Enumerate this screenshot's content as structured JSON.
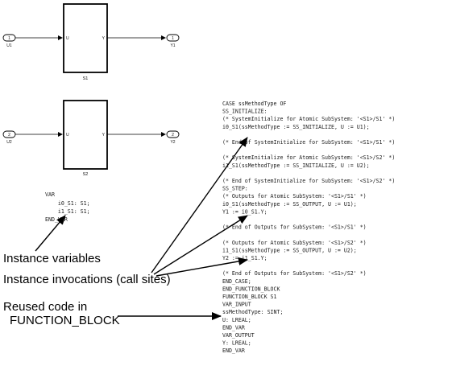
{
  "subsystem1": {
    "name": "S1",
    "inport_number": "1",
    "inport_label": "U1",
    "outport_number": "1",
    "outport_label": "Y1",
    "port_in_label": "U",
    "port_out_label": "Y"
  },
  "subsystem2": {
    "name": "S2",
    "inport_number": "2",
    "inport_label": "U2",
    "outport_number": "2",
    "outport_label": "Y2",
    "port_in_label": "U",
    "port_out_label": "Y"
  },
  "var_block": [
    "VAR",
    "    i0_S1: S1;",
    "    i1_S1: S1;",
    "END_VAR"
  ],
  "code_lines": [
    "CASE ssMethodType OF",
    "    SS_INITIALIZE:",
    "        (* SystemInitialize for Atomic SubSystem: '<S1>/S1' *)",
    "        i0_S1(ssMethodType := SS_INITIALIZE, U := U1);",
    "",
    "        (* End of SystemInitialize for SubSystem: '<S1>/S1' *)",
    "",
    "        (* SystemInitialize for Atomic SubSystem: '<S1>/S2' *)",
    "        i1_S1(ssMethodType := SS_INITIALIZE, U := U2);",
    "",
    "        (* End of SystemInitialize for SubSystem: '<S1>/S2' *)",
    "    SS_STEP:",
    "        (* Outputs for Atomic SubSystem: '<S1>/S1' *)",
    "        i0_S1(ssMethodType := SS_OUTPUT, U := U1);",
    "        Y1 := i0_S1.Y;",
    "",
    "        (* End of Outputs for SubSystem: '<S1>/S1' *)",
    "",
    "        (* Outputs for Atomic SubSystem: '<S1>/S2' *)",
    "        i1_S1(ssMethodType := SS_OUTPUT, U := U2);",
    "        Y2 := i1_S1.Y;",
    "",
    "        (* End of Outputs for SubSystem: '<S1>/S2' *)",
    "END_CASE;",
    "END_FUNCTION_BLOCK",
    "FUNCTION_BLOCK S1",
    "VAR_INPUT",
    "    ssMethodType: SINT;",
    "    U: LREAL;",
    "END_VAR",
    "VAR_OUTPUT",
    "    Y: LREAL;",
    "END_VAR"
  ],
  "callouts": {
    "instance_variables": "Instance variables",
    "instance_invocations": "Instance invocations (call sites)",
    "reused_code_line1": "Reused code in",
    "reused_code_line2": "FUNCTION_BLOCK"
  }
}
